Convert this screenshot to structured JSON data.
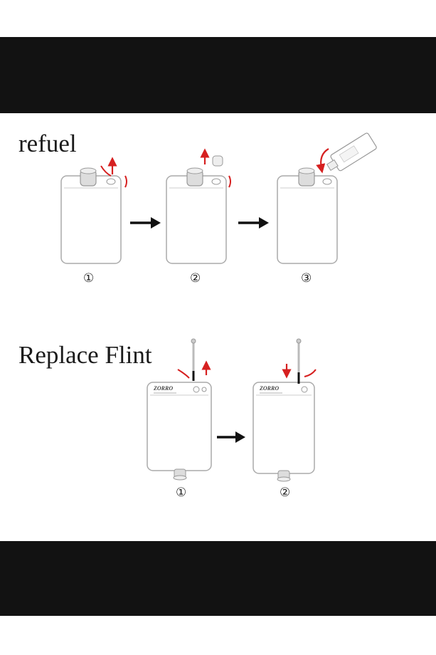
{
  "headings": {
    "refuel": "refuel",
    "replace_flint": "Replace Flint"
  },
  "steps": {
    "refuel": [
      "①",
      "②",
      "③"
    ],
    "replace_flint": [
      "①",
      "②"
    ]
  },
  "lighter_brand": "ZORRO",
  "colors": {
    "band": "#121212",
    "arrow_red": "#d62020",
    "arrow_black": "#111111"
  }
}
